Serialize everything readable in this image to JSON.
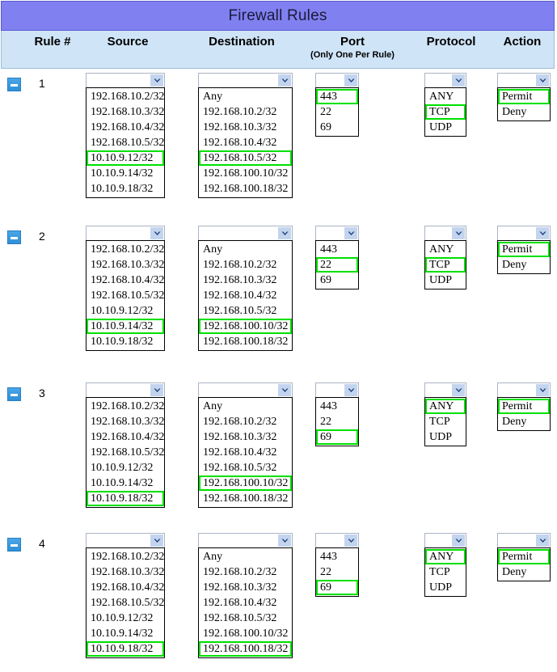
{
  "window": {
    "title": "Firewall Rules"
  },
  "columns": {
    "rule_num": "Rule #",
    "source": "Source",
    "destination": "Destination",
    "port": "Port",
    "port_sub": "(Only One Per Rule)",
    "protocol": "Protocol",
    "action": "Action"
  },
  "icons": {
    "collapse": "minus-icon",
    "dropdown": "chevron-down-icon"
  },
  "colors": {
    "title_bar": "#8080f0",
    "header_row": "#cfe4f7",
    "highlight": "#00e000",
    "button": "#2f8fd8"
  },
  "options": {
    "source": [
      "192.168.10.2/32",
      "192.168.10.3/32",
      "192.168.10.4/32",
      "192.168.10.5/32",
      "10.10.9.12/32",
      "10.10.9.14/32",
      "10.10.9.18/32"
    ],
    "destination": [
      "Any",
      "192.168.10.2/32",
      "192.168.10.3/32",
      "192.168.10.4/32",
      "192.168.10.5/32",
      "192.168.100.10/32",
      "192.168.100.18/32"
    ],
    "port": [
      "443",
      "22",
      "69"
    ],
    "protocol": [
      "ANY",
      "TCP",
      "UDP"
    ],
    "action": [
      "Permit",
      "Deny"
    ]
  },
  "rules": [
    {
      "number": "1",
      "selected": {
        "source": "10.10.9.12/32",
        "destination": "192.168.10.5/32",
        "port": "443",
        "protocol": "TCP",
        "action": "Permit"
      }
    },
    {
      "number": "2",
      "selected": {
        "source": "10.10.9.14/32",
        "destination": "192.168.100.10/32",
        "port": "22",
        "protocol": "TCP",
        "action": "Permit"
      }
    },
    {
      "number": "3",
      "selected": {
        "source": "10.10.9.18/32",
        "destination": "192.168.100.10/32",
        "port": "69",
        "protocol": "ANY",
        "action": "Permit"
      }
    },
    {
      "number": "4",
      "selected": {
        "source": "10.10.9.18/32",
        "destination": "192.168.100.18/32",
        "port": "69",
        "protocol": "ANY",
        "action": "Permit"
      }
    }
  ]
}
